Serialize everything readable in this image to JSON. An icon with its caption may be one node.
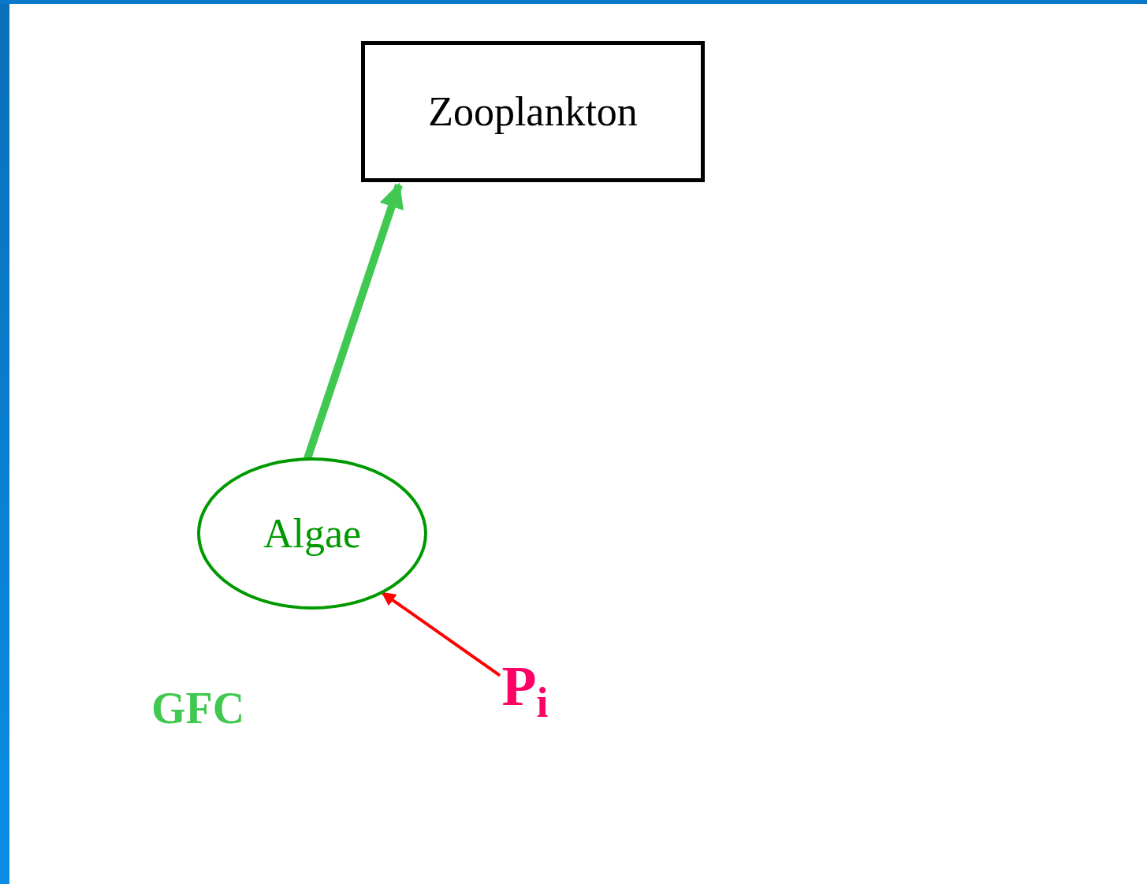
{
  "diagram": {
    "nodes": [
      {
        "text": [
          "Zooplankton"
        ]
      },
      {
        "text": [
          "Algae"
        ]
      },
      {
        "text": [
          "P$_{i}$"
        ]
      }
    ],
    "edges": [
      {
        "from": 1,
        "to": 0,
        "arrow": "to",
        "style": "thick",
        "color": "#40c850"
      },
      {
        "from": 2,
        "to": 1,
        "arrow": "to",
        "color": "#ff0000"
      }
    ],
    "labels": [
      "GFC"
    ]
  }
}
